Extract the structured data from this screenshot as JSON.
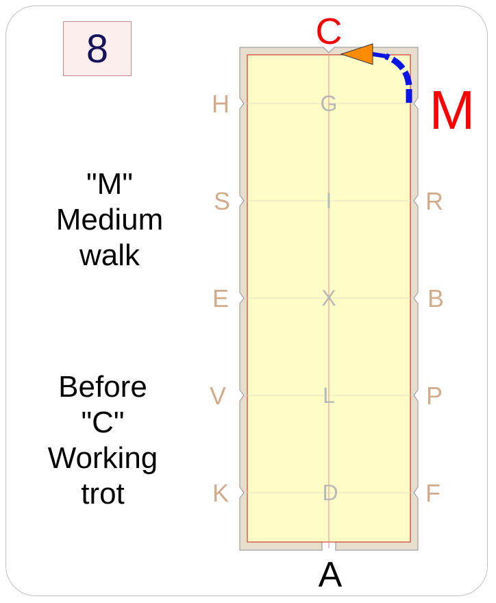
{
  "figure_number": "8",
  "instructions": [
    {
      "lines": [
        "\"M\"",
        "Medium",
        "walk"
      ]
    },
    {
      "lines": [
        "Before",
        "\"C\"",
        "Working",
        "trot"
      ]
    }
  ],
  "arena": {
    "top_letter": "C",
    "bottom_letter": "A",
    "left_letters": [
      "H",
      "S",
      "E",
      "V",
      "K"
    ],
    "right_letters": [
      "M",
      "R",
      "B",
      "P",
      "F"
    ],
    "center_letters": [
      "G",
      "I",
      "X",
      "L",
      "D"
    ],
    "highlighted_letter": "M",
    "colors": {
      "surface": "#fefdc8",
      "border": "#e6ddcb",
      "centerline": "#ee8a8a",
      "highlight": "#ff0000",
      "path": "#0a14e6",
      "arrow": "#ff8c00"
    }
  }
}
